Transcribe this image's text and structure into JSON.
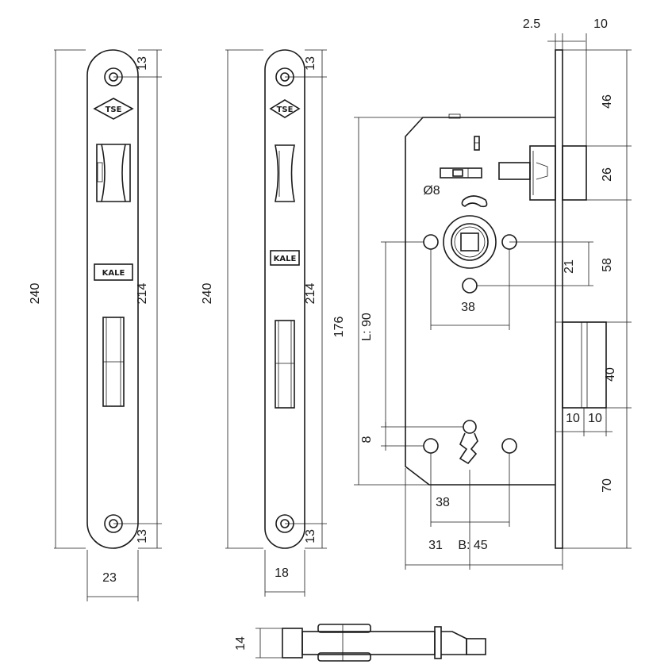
{
  "drawing": {
    "faceplate_wide": {
      "width_dim": "23",
      "height_dim": "240",
      "hole_top_dim": "13",
      "hole_bottom_dim": "13",
      "hole_spacing_dim": "214",
      "logo_tse": "TSE",
      "logo_kale": "KALE"
    },
    "faceplate_narrow": {
      "width_dim": "18",
      "height_dim": "240",
      "hole_top_dim": "13",
      "hole_bottom_dim": "13",
      "hole_spacing_dim": "214",
      "logo_tse": "TSE",
      "logo_kale": "KALE"
    },
    "lock_body": {
      "front_thickness_dim": "2.5",
      "latch_projection_dim": "10",
      "top_to_latch_dim": "46",
      "latch_height_dim": "26",
      "latch_to_spindle_dim": "58",
      "spindle_offset_dim": "21",
      "bolt_height_dim": "40",
      "bolt_to_bottom_dim": "70",
      "body_height_dim": "176",
      "center_distance_dim": "L: 90",
      "rose_hole_spacing_top_dim": "38",
      "rose_hole_spacing_bottom_dim": "38",
      "keyhole_offset_dim": "8",
      "selector_dim": "Ø8",
      "bolt_width_dim_a": "10",
      "bolt_width_dim_b": "10",
      "backset_left_dim": "31",
      "backset_dim": "B: 45"
    },
    "side_view": {
      "thickness_dim": "14"
    }
  }
}
